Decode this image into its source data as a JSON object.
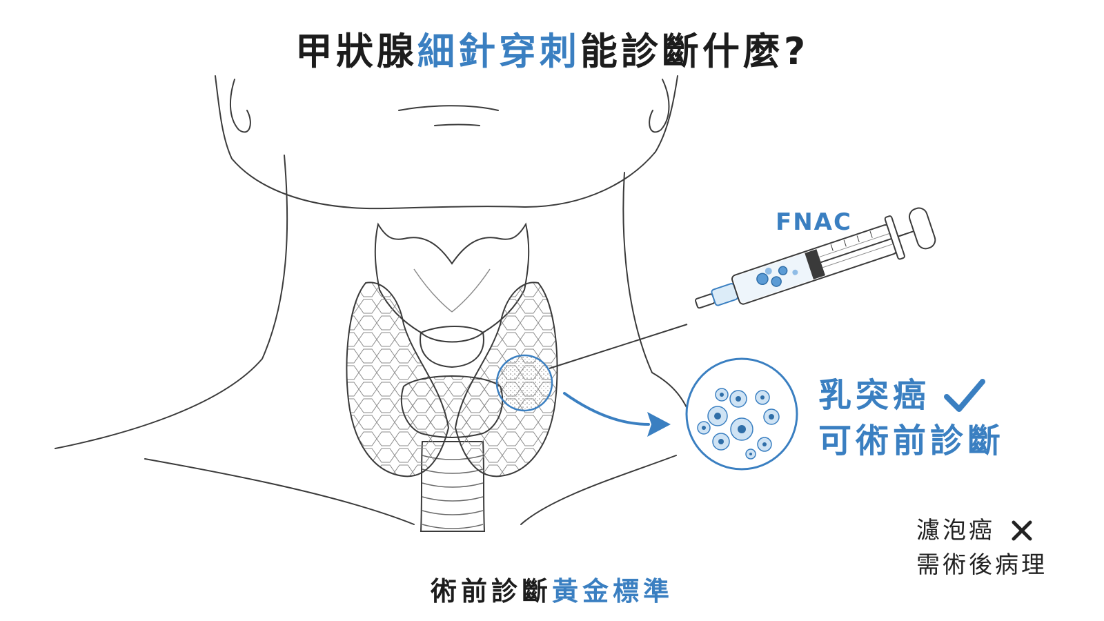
{
  "title": {
    "part1": "甲狀腺",
    "highlight": "細針穿刺",
    "part2": "能診斷什麼?"
  },
  "syringe_label": "FNAC",
  "papillary": {
    "line1": "乳突癌",
    "line2": "可術前診斷"
  },
  "follicular": {
    "line1": "濾泡癌",
    "line2": "需術後病理"
  },
  "bottom": {
    "part1": "術前診斷",
    "highlight": "黃金標準"
  },
  "colors": {
    "accent": "#3a7fc1",
    "ink": "#1c1c1c",
    "line": "#3a3a3a"
  },
  "icons": {
    "papillary_mark": "check-icon",
    "follicular_mark": "cross-icon"
  }
}
